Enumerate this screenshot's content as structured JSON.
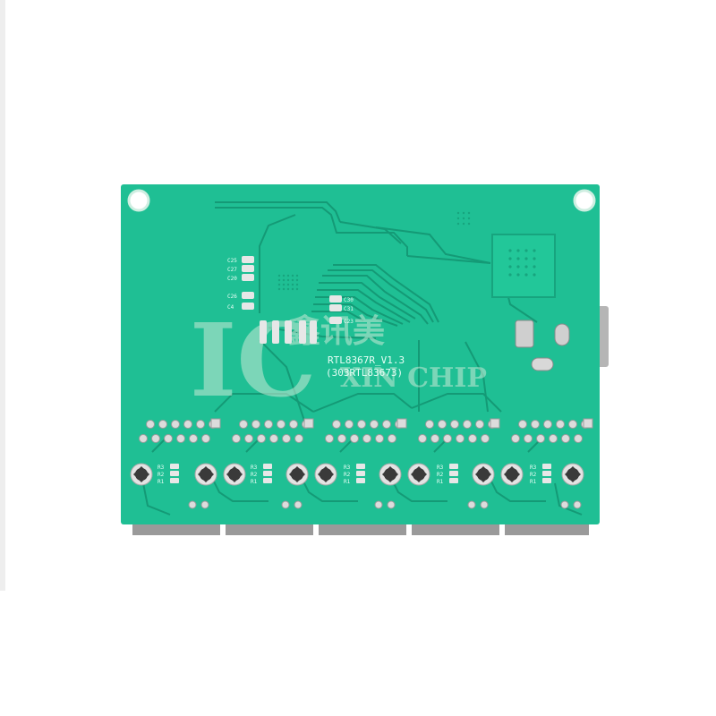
{
  "board": {
    "model_line": "RTL8367R_V1.3",
    "part_line": "(303RTL83673)",
    "pcb_color": "#1fbf94",
    "trace_color": "#149a76",
    "pad_color": "#d9d9d9"
  },
  "silkscreen": {
    "caps_left": [
      "C25",
      "C27",
      "C20",
      "C26",
      "C4"
    ],
    "caps_mid": [
      "C30",
      "C31",
      "C23"
    ],
    "resistor_groups": [
      "R3",
      "R2",
      "R1"
    ]
  },
  "watermark": {
    "ic_letters": "IC",
    "cjk_text": "鑫讯美",
    "latin_text": "XIN CHIP",
    "color": "#c8ead6"
  },
  "ports": {
    "count": 5
  }
}
